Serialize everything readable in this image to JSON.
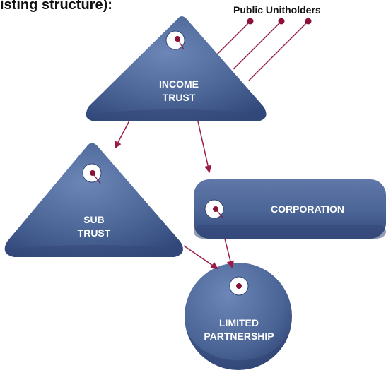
{
  "header": {
    "title": "isting structure):"
  },
  "public_unitholders": {
    "label": "Public Unitholders"
  },
  "nodes": {
    "income_trust": {
      "line1": "INCOME",
      "line2": "TRUST"
    },
    "sub_trust": {
      "line1": "SUB",
      "line2": "TRUST"
    },
    "corporation": {
      "line1": "CORPORATION"
    },
    "limited_partnership": {
      "line1": "LIMITED",
      "line2": "PARTNERSHIP"
    }
  },
  "colors": {
    "node_fill": "#4a6496",
    "node_dark": "#34497a",
    "connector": "#9a1b45",
    "pin": "#8a1238"
  }
}
